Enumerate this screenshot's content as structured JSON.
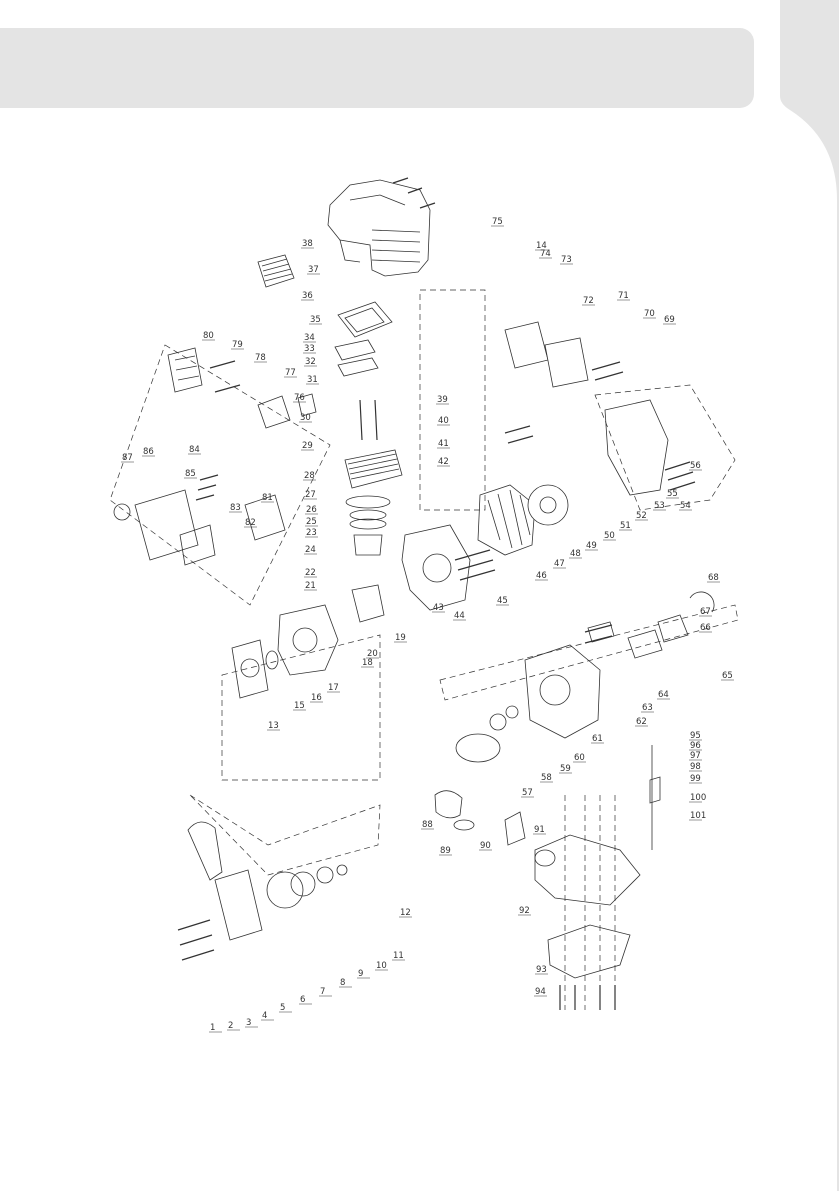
{
  "colors": {
    "header_band": "#e4e4e4",
    "side_tab": "#e4e4e4",
    "line": "#333333"
  },
  "callouts": [
    "1",
    "2",
    "3",
    "4",
    "5",
    "6",
    "7",
    "8",
    "9",
    "10",
    "11",
    "12",
    "13",
    "14",
    "15",
    "16",
    "17",
    "18",
    "19",
    "20",
    "21",
    "22",
    "23",
    "24",
    "25",
    "26",
    "27",
    "28",
    "29",
    "30",
    "31",
    "32",
    "33",
    "34",
    "35",
    "36",
    "37",
    "38",
    "39",
    "40",
    "41",
    "42",
    "43",
    "44",
    "45",
    "46",
    "47",
    "48",
    "49",
    "50",
    "51",
    "52",
    "53",
    "54",
    "55",
    "56",
    "57",
    "58",
    "59",
    "60",
    "61",
    "62",
    "63",
    "64",
    "65",
    "66",
    "67",
    "68",
    "69",
    "70",
    "71",
    "72",
    "73",
    "74",
    "75",
    "76",
    "77",
    "78",
    "79",
    "80",
    "81",
    "82",
    "83",
    "84",
    "85",
    "86",
    "87",
    "88",
    "89",
    "90",
    "91",
    "92",
    "93",
    "94",
    "95",
    "96",
    "97",
    "98",
    "99",
    "100",
    "101"
  ]
}
